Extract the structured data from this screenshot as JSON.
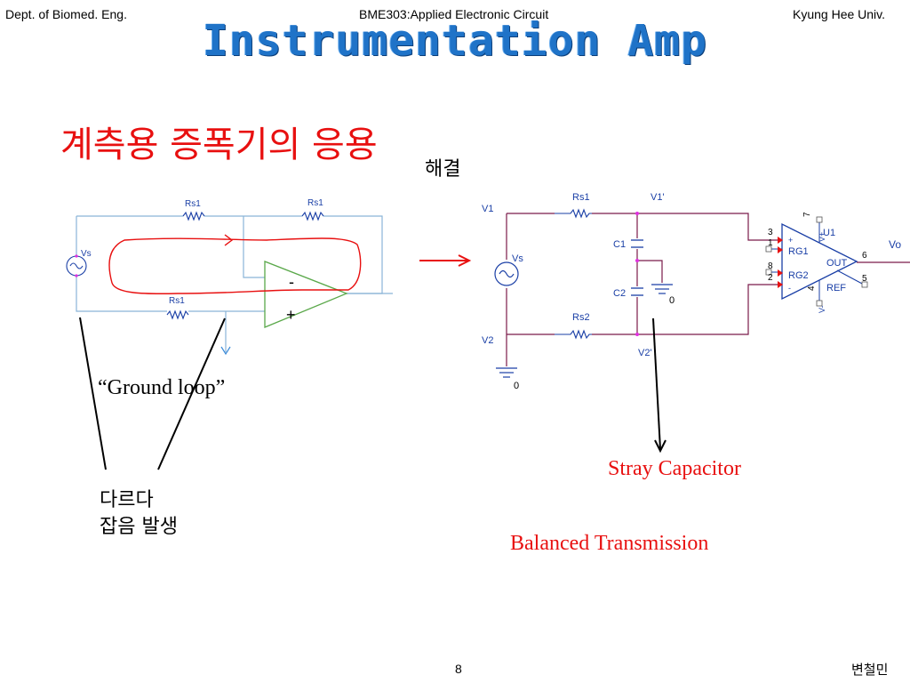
{
  "header": {
    "left": "Dept. of Biomed. Eng.",
    "center": "BME303:Applied Electronic Circuit",
    "right": "Kyung Hee Univ."
  },
  "title": "Instrumentation Amp",
  "subtitle": "계측용 증폭기의 응용",
  "solution_label": "해결",
  "left_circuit": {
    "resistor_labels": [
      "Rs1",
      "Rs1",
      "Rs1"
    ],
    "source_label": "Vs",
    "opamp_minus": "-",
    "opamp_plus": "+"
  },
  "right_circuit": {
    "v1": "V1",
    "v2": "V2",
    "v1p": "V1'",
    "v2p": "V2'",
    "rs1": "Rs1",
    "rs2": "Rs2",
    "c1": "C1",
    "c2": "C2",
    "vs": "Vs",
    "gnd_zero": "0",
    "u1": "U1",
    "rg1": "RG1",
    "rg2": "RG2",
    "out": "OUT",
    "ref": "REF",
    "vo": "Vo",
    "v_plus": "V+",
    "v_minus": "V-",
    "plus_sign": "+",
    "minus_sign": "-",
    "pins": [
      "3",
      "1",
      "8",
      "2",
      "7",
      "6",
      "5",
      "4"
    ]
  },
  "annotations": {
    "ground_loop": "“Ground loop”",
    "note_line1": "다르다",
    "note_line2": "잡음 발생",
    "stray_capacitor": "Stray Capacitor",
    "balanced_transmission": "Balanced Transmission"
  },
  "footer": {
    "page": "8",
    "author": "변철민"
  },
  "colors": {
    "title": "#1f73c8",
    "red_text": "#e81010",
    "wire_left": "#8ab4d8",
    "wire_right": "#7a1a4a",
    "component_blue": "#1a3fa6",
    "opamp_green": "#5aa84a",
    "loop_red": "#e81010",
    "node_magenta": "#e030e0"
  }
}
